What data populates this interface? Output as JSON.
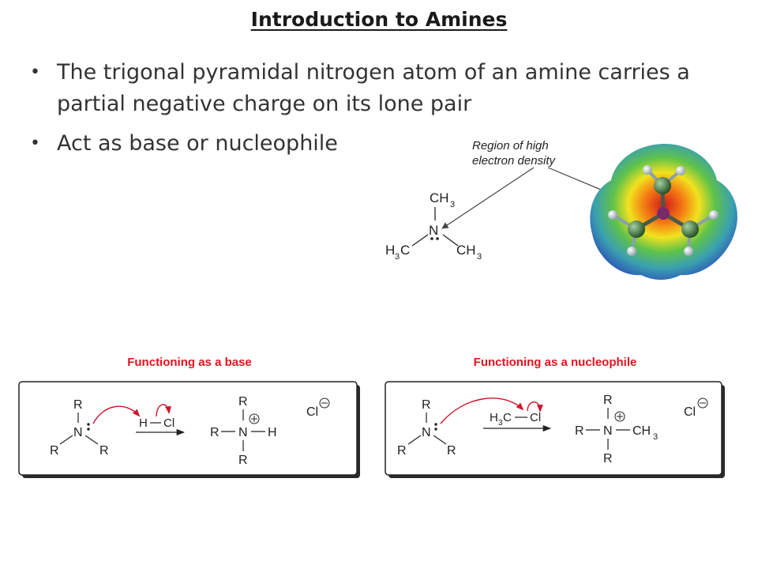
{
  "slide": {
    "title": "Introduction to Amines",
    "bullets": [
      "The trigonal pyramidal nitrogen atom of an amine carries a partial negative charge on its lone pair",
      "Act as base or nucleophile"
    ]
  },
  "figure_top": {
    "annotation_line1": "Region of high",
    "annotation_line2": "electron density",
    "ch3": "CH",
    "sub3": "3",
    "n": "N",
    "h3c_h": "H",
    "h3c_c": "C"
  },
  "reaction_base": {
    "title": "Functioning as a base",
    "r": "R",
    "n": "N",
    "h": "H",
    "cl": "Cl"
  },
  "reaction_nucleophile": {
    "title": "Functioning as a nucleophile",
    "r": "R",
    "n": "N",
    "cl": "Cl",
    "reagent_h3": "H",
    "reagent_sub": "3",
    "reagent_c": "C",
    "ch": "CH",
    "ch_sub": "3"
  },
  "colors": {
    "title": "#1a1a1a",
    "bullet_text": "#333333",
    "reaction_title": "#e3141e",
    "arrow": "#d0142c"
  }
}
